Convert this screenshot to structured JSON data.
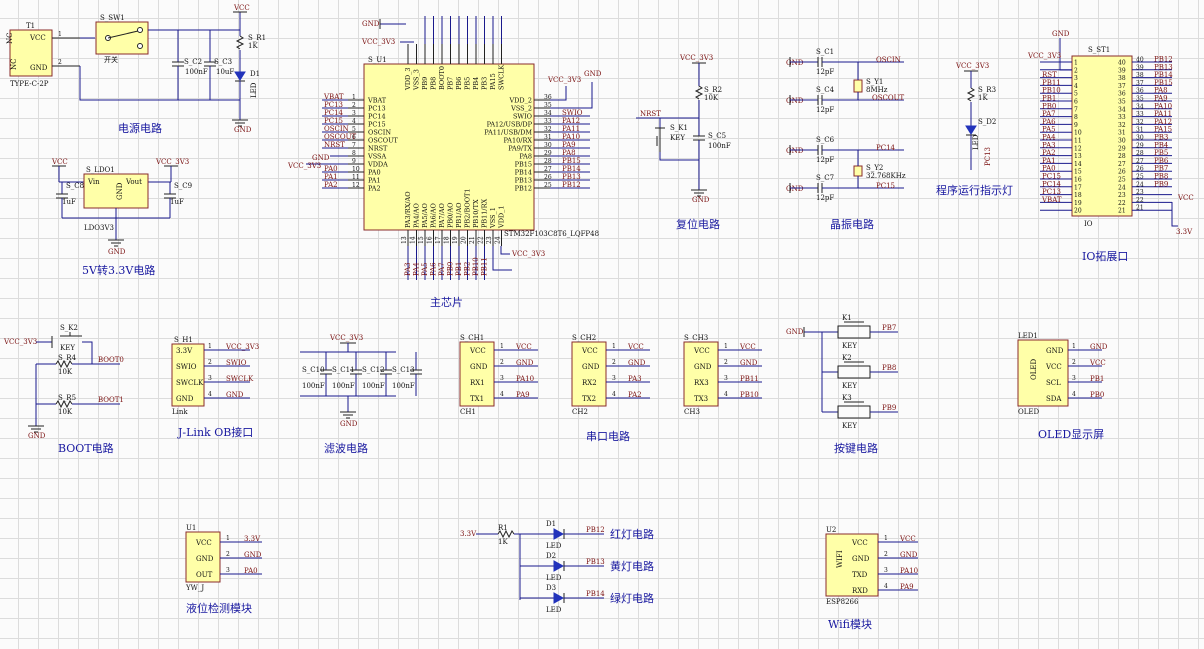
{
  "sections": {
    "power": "电源电路",
    "ldo": "5V转3.3V电路",
    "mcu": "主芯片",
    "reset": "复位电路",
    "crystal": "晶振电路",
    "run_led": "程序运行指示灯",
    "io": "IO拓展口",
    "boot": "BOOT电路",
    "jlink": "J-Link OB接口",
    "filter": "滤波电路",
    "uart": "串口电路",
    "keys": "按键电路",
    "oled": "OLED显示屏",
    "level": "液位检测模块",
    "wifi": "Wifi模块",
    "red": "红灯电路",
    "yellow": "黄灯电路",
    "green": "绿灯电路"
  },
  "power_labels": {
    "vcc": "VCC",
    "gnd": "GND",
    "t1": "T1",
    "t1_type": "TYPE-C-2P",
    "t1_nc1": "NC",
    "t1_nc2": "NC",
    "t1_vcc": "VCC",
    "t1_gnd": "GND",
    "sw": "S_SW1",
    "sw_name": "开关",
    "c2": "S_C2",
    "c2v": "100nF",
    "c3": "S_C3",
    "c3v": "10uF",
    "r1": "S_R1",
    "r1v": "1K",
    "d1": "D1",
    "d1t": "LED"
  },
  "ldo_labels": {
    "vcc": "VCC",
    "vcc33": "VCC_3V3",
    "u": "S_LDO1",
    "vin": "Vin",
    "vout": "Vout",
    "gndpin": "GND",
    "part": "LDO3V3",
    "c8": "S_C8",
    "c8v": "1uF",
    "c9": "S_C9",
    "c9v": "1uF",
    "gnd": "GND"
  },
  "mcu": {
    "ref": "S_U1",
    "part": "STM32F103C8T6_LQFP48",
    "gnd": "GND",
    "vcc33": "VCC_3V3",
    "left_pins": [
      "VBAT",
      "PC13",
      "PC14",
      "PC15",
      "OSCIN",
      "OSCOUT",
      "NRST",
      "VSSA",
      "VDDA",
      "PA0",
      "PA1",
      "PA2"
    ],
    "left_nets": [
      "VBAT",
      "PC13",
      "PC14",
      "PC15",
      "OSCIN",
      "OSCOUT",
      "NRST",
      "GND",
      "VCC_3V3",
      "PA0",
      "PA1",
      "PA2"
    ],
    "right_pins": [
      "VDD_2",
      "VSS_2",
      "SWIO",
      "PA12/USB/DP",
      "PA11/USB/DM",
      "PA10/RX",
      "PA9/TX",
      "PA8",
      "PB15",
      "PB14",
      "PB13",
      "PB12"
    ],
    "right_nets": [
      "VCC_3V3",
      "GND",
      "SWIO",
      "PA12",
      "PA11",
      "PA10",
      "PA9",
      "PA8",
      "PB15",
      "PB14",
      "PB13",
      "PB12"
    ],
    "right_nums": [
      "36",
      "35",
      "34",
      "33",
      "32",
      "31",
      "30",
      "29",
      "28",
      "27",
      "26",
      "25"
    ],
    "top_pins": [
      "VDD_3",
      "VSS_3",
      "PB9",
      "PB8",
      "BOOT0",
      "PB7",
      "PB6",
      "PB5",
      "PB4",
      "PB3",
      "PA15",
      "SWCLK"
    ],
    "bottom_pins": [
      "PA3/RX/AO",
      "PA4/AO",
      "PA5/AO",
      "PA6/AO",
      "PA7/AO",
      "PB0/AO",
      "PB1/AO",
      "PB2/BOOT1",
      "PB10/TX",
      "PB11/RX",
      "VSS_1",
      "VDD_1"
    ],
    "bottom_nets": [
      "PA3",
      "PA4",
      "PA5",
      "PA6",
      "PA7",
      "PB0",
      "PB1",
      "PB2",
      "PB10",
      "PB11",
      "",
      ""
    ]
  },
  "reset_labels": {
    "vcc33": "VCC_3V3",
    "r2": "S_R2",
    "r2v": "10K",
    "nrst": "NRST",
    "k1": "S_K1",
    "k1v": "KEY",
    "c5": "S_C5",
    "c5v": "100nF",
    "gnd": "GND"
  },
  "crystal_labels": {
    "gnd": "GND",
    "c1": "S_C1",
    "c4": "S_C4",
    "c6": "S_C6",
    "c7": "S_C7",
    "cv": "12pF",
    "y1": "S_Y1",
    "y1v": "8MHz",
    "y2": "S_Y2",
    "y2v": "32.768KHz",
    "oscin": "OSCIN",
    "oscout": "OSCOUT",
    "pc14": "PC14",
    "pc15": "PC15"
  },
  "run_labels": {
    "vcc33": "VCC_3V3",
    "r3": "S_R3",
    "r3v": "1K",
    "d2": "S_D2",
    "d2t": "LED",
    "net": "PC13"
  },
  "io": {
    "ref": "S_ST1",
    "part": "IO",
    "gnd": "GND",
    "vcc33": "VCC_3V3",
    "vcc": "VCC",
    "v33": "3.3V",
    "left_nets": [
      "VCC_3V3",
      "",
      "RST",
      "PB11",
      "PB10",
      "PB1",
      "PB0",
      "PA7",
      "PA6",
      "PA5",
      "PA4",
      "PA3",
      "PA2",
      "PA1",
      "PA0",
      "PC15",
      "PC14",
      "PC13",
      "VBAT"
    ],
    "left_nums": [
      "1",
      "2",
      "3",
      "4",
      "5",
      "6",
      "7",
      "8",
      "9",
      "10",
      "11",
      "12",
      "13",
      "14",
      "15",
      "16",
      "17",
      "18",
      "19",
      "20"
    ],
    "right_nums": [
      "40",
      "39",
      "38",
      "37",
      "36",
      "35",
      "34",
      "33",
      "32",
      "31",
      "30",
      "29",
      "28",
      "27",
      "26",
      "25",
      "24",
      "23",
      "22",
      "21"
    ],
    "right_nets": [
      "PB12",
      "PB13",
      "PB14",
      "PB15",
      "PA8",
      "PA9",
      "PA10",
      "PA11",
      "PA12",
      "PA15",
      "PB3",
      "PB4",
      "PB5",
      "PB6",
      "PB7",
      "PB8",
      "PB9",
      "",
      "",
      ""
    ]
  },
  "boot_labels": {
    "vcc33": "VCC_3V3",
    "k2": "S_K2",
    "k2v": "KEY",
    "r4": "S_R4",
    "r4v": "10K",
    "r5": "S_R5",
    "r5v": "10K",
    "boot0": "BOOT0",
    "boot1": "BOOT1",
    "gnd": "GND"
  },
  "jlink_labels": {
    "ref": "S_H1",
    "part": "Link",
    "pins": [
      "3.3V",
      "SWIO",
      "SWCLK",
      "GND"
    ],
    "nets": [
      "VCC_3V3",
      "SWIO",
      "SWCLK",
      "GND"
    ]
  },
  "filter_labels": {
    "vcc33": "VCC_3V3",
    "caps": [
      "S_C10",
      "S_C11",
      "S_C12",
      "S_C13"
    ],
    "cv": "100nF",
    "gnd": "GND"
  },
  "uart": [
    {
      "ref": "S_CH1",
      "part": "CH1",
      "pins": [
        "VCC",
        "GND",
        "RX1",
        "TX1"
      ],
      "nets": [
        "VCC",
        "GND",
        "PA10",
        "PA9"
      ]
    },
    {
      "ref": "S_CH2",
      "part": "CH2",
      "pins": [
        "VCC",
        "GND",
        "RX2",
        "TX2"
      ],
      "nets": [
        "VCC",
        "GND",
        "PA3",
        "PA2"
      ]
    },
    {
      "ref": "S_CH3",
      "part": "CH3",
      "pins": [
        "VCC",
        "GND",
        "RX3",
        "TX3"
      ],
      "nets": [
        "VCC",
        "GND",
        "PB11",
        "PB10"
      ]
    }
  ],
  "keys_labels": {
    "gnd": "GND",
    "keys": [
      "K1",
      "K2",
      "K3"
    ],
    "kv": "KEY",
    "nets": [
      "PB7",
      "PB8",
      "PB9"
    ]
  },
  "oled_labels": {
    "ref": "LED1",
    "part": "OLED",
    "vertical": "OLED",
    "pins": [
      "GND",
      "VCC",
      "SCL",
      "SDA"
    ],
    "nets": [
      "GND",
      "VCC",
      "PB1",
      "PB0"
    ]
  },
  "level_labels": {
    "ref": "U1",
    "part": "YW_J",
    "pins": [
      "VCC",
      "GND",
      "OUT"
    ],
    "nets": [
      "3.3V",
      "GND",
      "PA0"
    ]
  },
  "led_labels": {
    "v33": "3.3V",
    "r1": "R1",
    "r1v": "1K",
    "d": [
      "D1",
      "D2",
      "D3"
    ],
    "dt": "LED",
    "nets": [
      "PB12",
      "PB13",
      "PB14"
    ]
  },
  "wifi_labels": {
    "ref": "U2",
    "part": "ESP8266",
    "vertical": "WIFI",
    "pins": [
      "VCC",
      "GND",
      "TXD",
      "RXD"
    ],
    "nets": [
      "VCC",
      "GND",
      "PA10",
      "PA9"
    ]
  },
  "colors": {
    "wire": "#1a1a8c",
    "body": "#ffffa8",
    "border": "#8a2b2b",
    "caption": "#1a1aa0",
    "net": "#7a1010",
    "led": "#2233bb"
  }
}
